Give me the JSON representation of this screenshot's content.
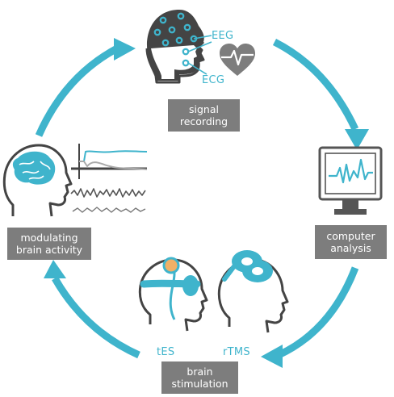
{
  "colors": {
    "accent": "#3fb4cc",
    "gray": "#7d7d7d",
    "outline": "#444444",
    "label_bg": "#7d7d7d"
  },
  "stages": {
    "signal_recording": {
      "line1": "signal",
      "line2": "recording"
    },
    "computer_analysis": {
      "line1": "computer",
      "line2": "analysis"
    },
    "brain_stimulation": {
      "line1": "brain",
      "line2": "stimulation"
    },
    "modulating": {
      "line1": "modulating",
      "line2": "brain activity"
    }
  },
  "tags": {
    "eeg": "EEG",
    "ecg": "ECG",
    "tes": "tES",
    "rtms": "rTMS"
  },
  "icons": [
    "eeg-head-icon",
    "heart-icon",
    "monitor-icon",
    "tes-head-icon",
    "rtms-head-icon",
    "brain-head-icon",
    "signal-traces-icon"
  ]
}
